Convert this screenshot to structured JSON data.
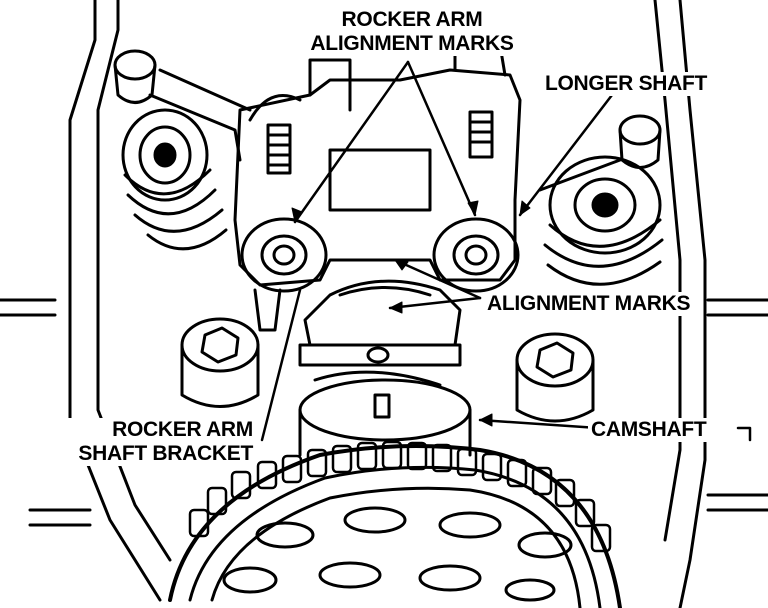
{
  "labels": {
    "rocker_arm_alignment_marks": [
      "ROCKER ARM",
      "ALIGNMENT MARKS"
    ],
    "longer_shaft": "LONGER SHAFT",
    "alignment_marks": "ALIGNMENT MARKS",
    "camshaft": "CAMSHAFT",
    "rocker_arm_shaft_bracket": [
      "ROCKER ARM",
      "SHAFT BRACKET"
    ]
  },
  "colors": {
    "ink": "#000000",
    "paper": "#ffffff"
  }
}
